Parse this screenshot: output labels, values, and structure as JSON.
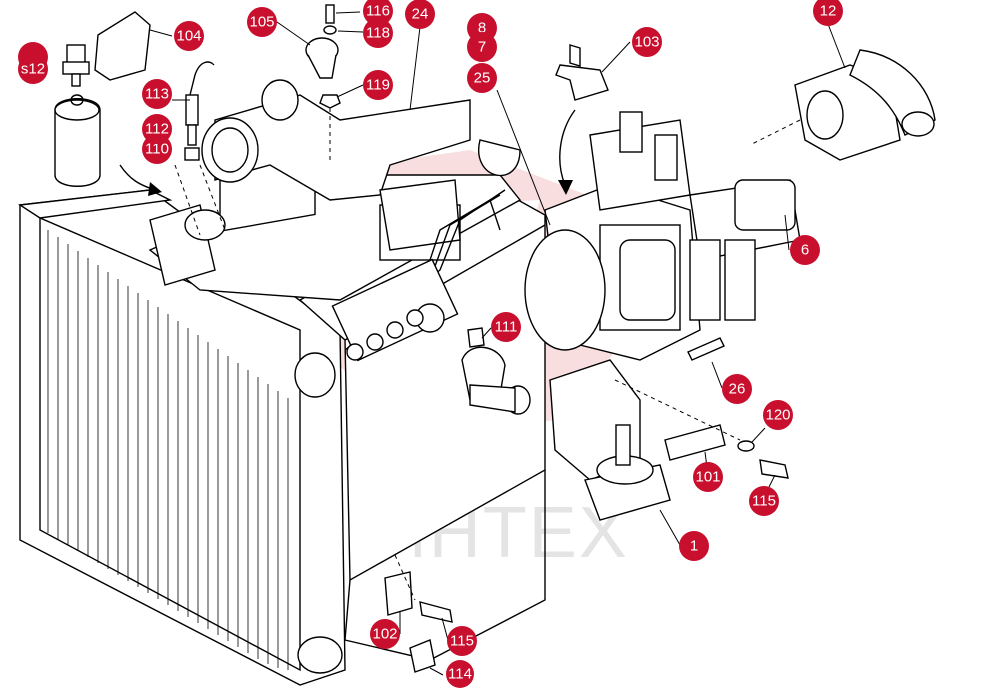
{
  "watermark": {
    "text": "ИНТЕХ"
  },
  "colors": {
    "callout": "#c8102e",
    "watermark_logo": "#f3c4c4",
    "watermark_text": "#e4e4e4"
  },
  "callouts": {
    "c104": "104",
    "c105": "105",
    "c116": "116",
    "c118": "118",
    "c119": "119",
    "c24": "24",
    "c8": "8",
    "c7": "7",
    "c25": "25",
    "c103": "103",
    "c12": "12",
    "c113": "113",
    "c112": "112",
    "c110": "110",
    "cs12": "s12",
    "c6": "6",
    "c111": "111",
    "c26": "26",
    "c120": "120",
    "c101": "101",
    "c115a": "115",
    "c1": "1",
    "c102": "102",
    "c115b": "115",
    "c114": "114"
  }
}
